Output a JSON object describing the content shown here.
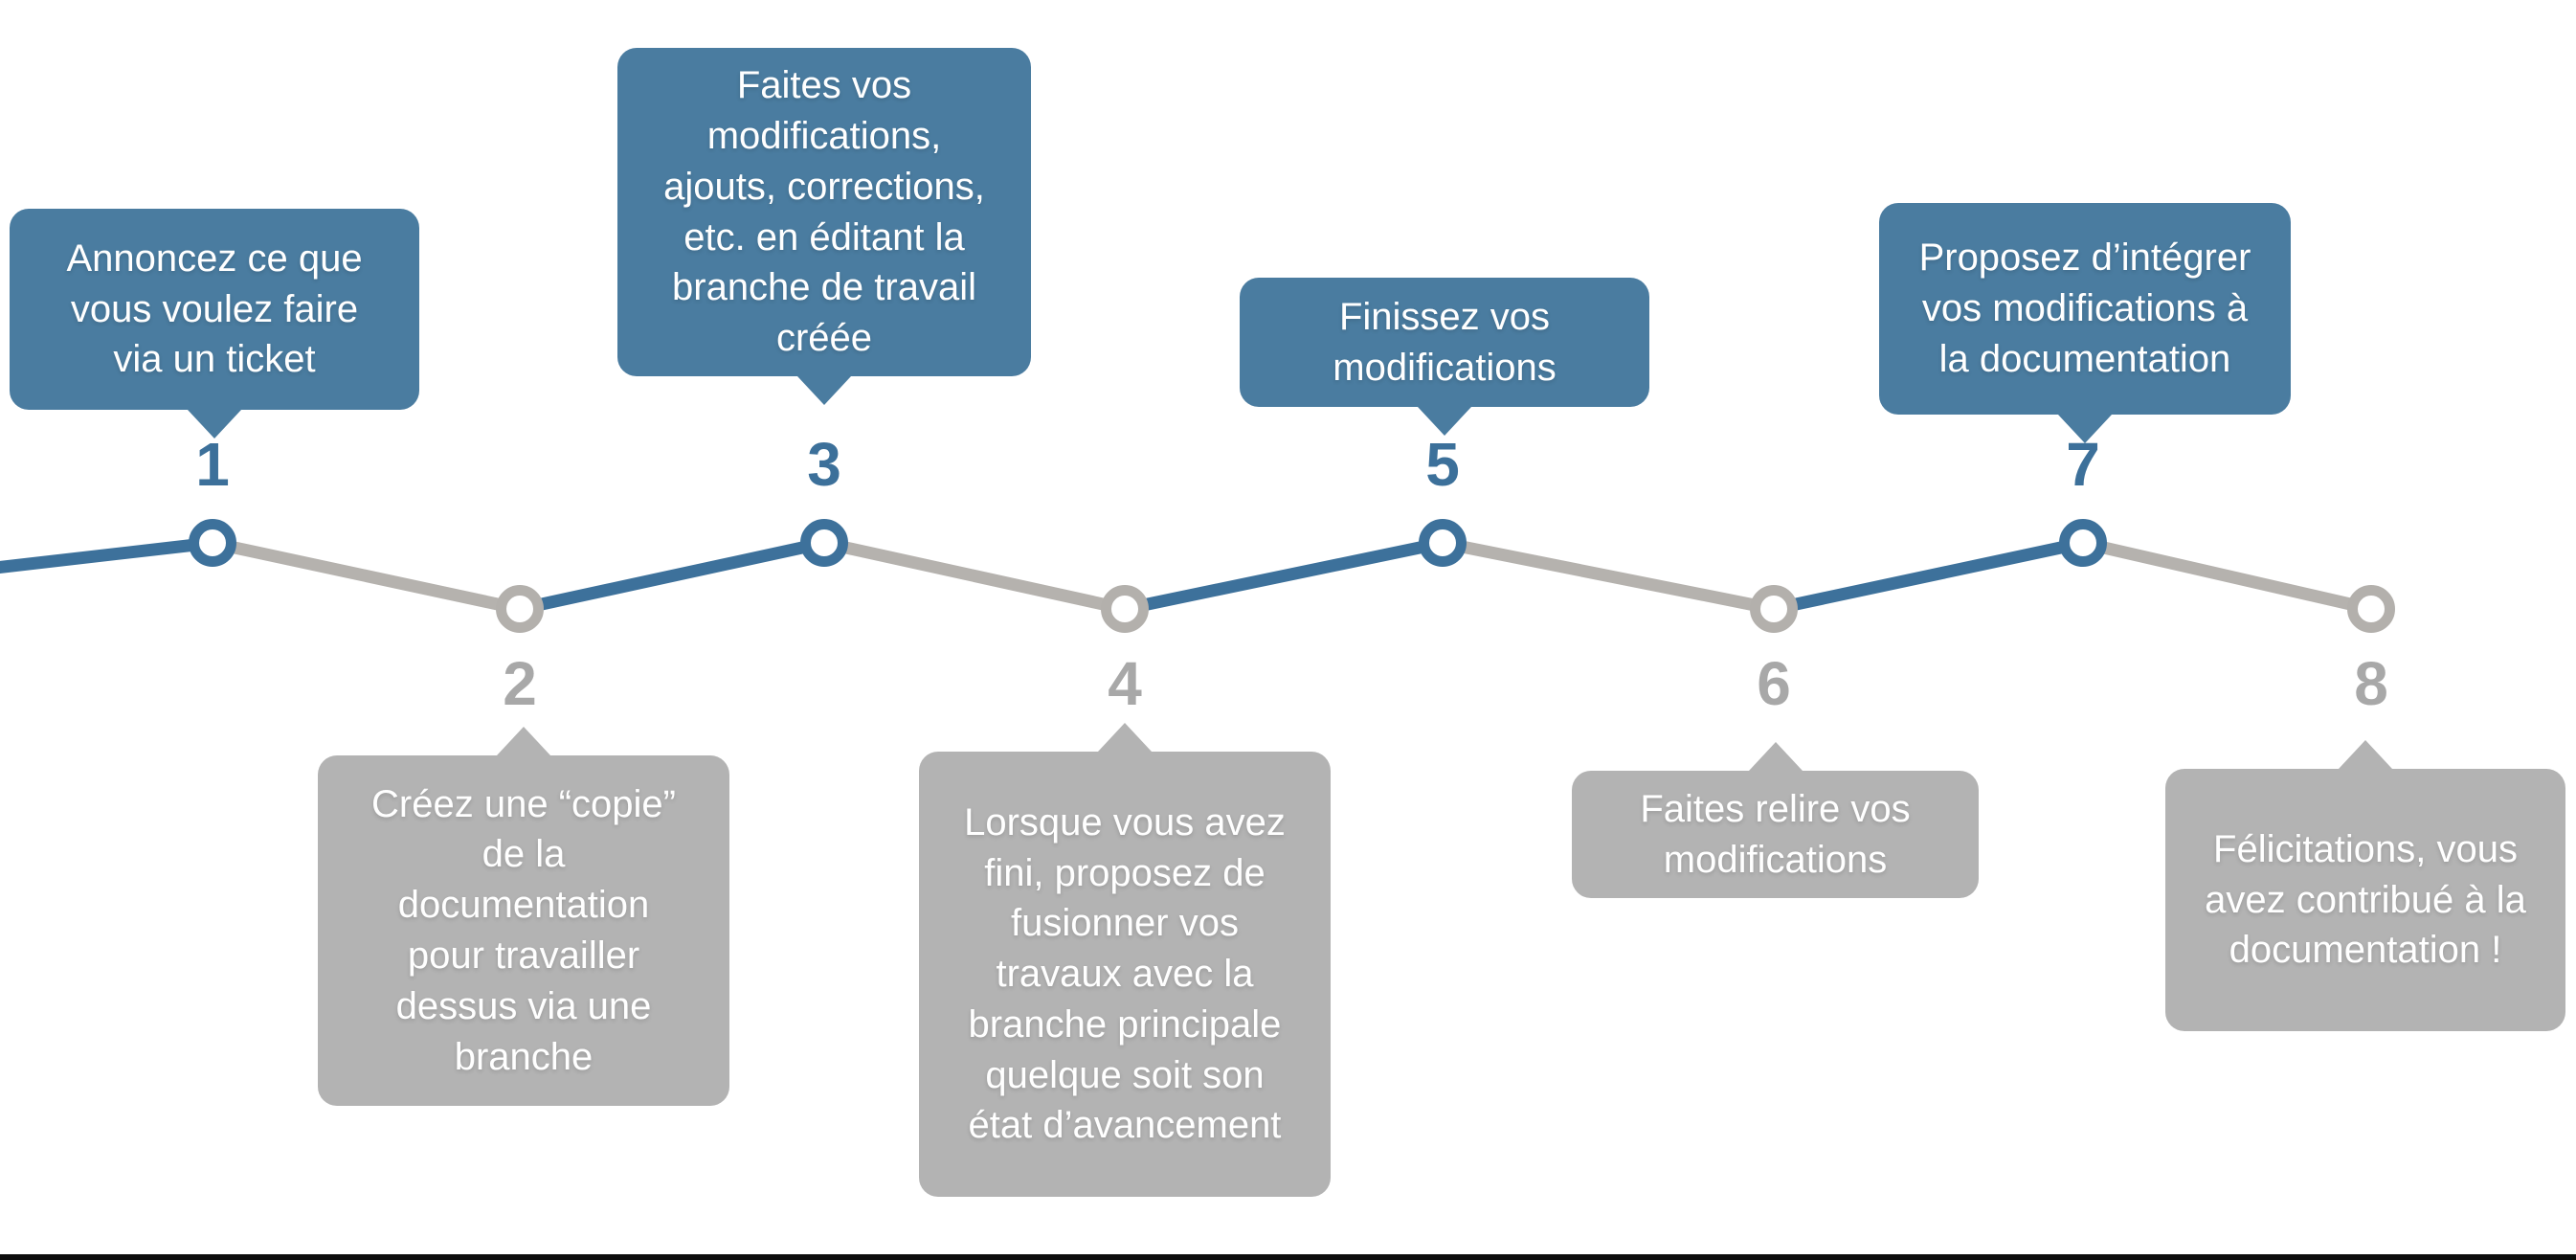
{
  "diagram": {
    "kind": "workflow-timeline",
    "language": "fr",
    "step_count": 8
  },
  "colors": {
    "blue_box": "#4a7ca0",
    "blue_line": "#3d719b",
    "blue_number": "#3c709a",
    "gray_box": "#b3b3b3",
    "gray_line": "#b5b2ae",
    "gray_number": "#a8a8a8",
    "text": "#ffffff",
    "background": "#ffffff",
    "bottom_bar": "#0d0d0d"
  },
  "steps": [
    {
      "number": "1",
      "tone": "blue",
      "position": "above",
      "label": "Annoncez ce que\nvous voulez faire\nvia un ticket"
    },
    {
      "number": "2",
      "tone": "gray",
      "position": "below",
      "label": "Créez une “copie”\nde la\ndocumentation\npour travailler\ndessus via une\nbranche"
    },
    {
      "number": "3",
      "tone": "blue",
      "position": "above",
      "label": "Faites vos\nmodifications,\najouts, corrections,\netc. en éditant la\nbranche de travail\ncréée"
    },
    {
      "number": "4",
      "tone": "gray",
      "position": "below",
      "label": "Lorsque vous avez\nfini, proposez de\nfusionner vos\ntravaux avec la\nbranche principale\nquelque soit son\nétat d’avancement"
    },
    {
      "number": "5",
      "tone": "blue",
      "position": "above",
      "label": "Finissez vos\nmodifications"
    },
    {
      "number": "6",
      "tone": "gray",
      "position": "below",
      "label": "Faites relire vos\nmodifications"
    },
    {
      "number": "7",
      "tone": "blue",
      "position": "above",
      "label": "Proposez d’intégrer\nvos modifications à\nla documentation"
    },
    {
      "number": "8",
      "tone": "gray",
      "position": "below",
      "label": "Félicitations, vous\navez contribué à la\ndocumentation !"
    }
  ]
}
